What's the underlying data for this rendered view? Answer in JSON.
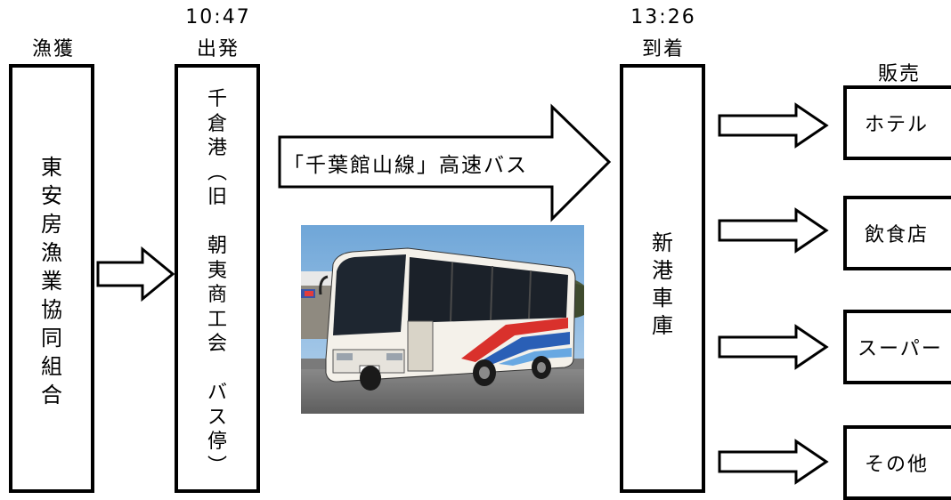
{
  "headers": {
    "catch": "漁獲",
    "depart_time": "10:47",
    "depart": "出発",
    "arrive_time": "13:26",
    "arrive": "到着",
    "sales": "販売"
  },
  "boxes": {
    "cooperative": [
      "東",
      "安",
      "房",
      "漁",
      "業",
      "協",
      "同",
      "組",
      "合"
    ],
    "port": [
      "千",
      "倉",
      "港",
      "︵",
      "旧",
      "",
      "朝",
      "夷",
      "商",
      "工",
      "会",
      "",
      "バ",
      "ス",
      "停",
      "︶"
    ],
    "garage": [
      "新",
      "港",
      "車",
      "庫"
    ]
  },
  "bus_arrow_label": "「千葉館山線」高速バス",
  "destinations": [
    "ホテル",
    "飲食店",
    "スーパー",
    "その他"
  ],
  "colors": {
    "line": "#000000",
    "background": "#ffffff"
  }
}
